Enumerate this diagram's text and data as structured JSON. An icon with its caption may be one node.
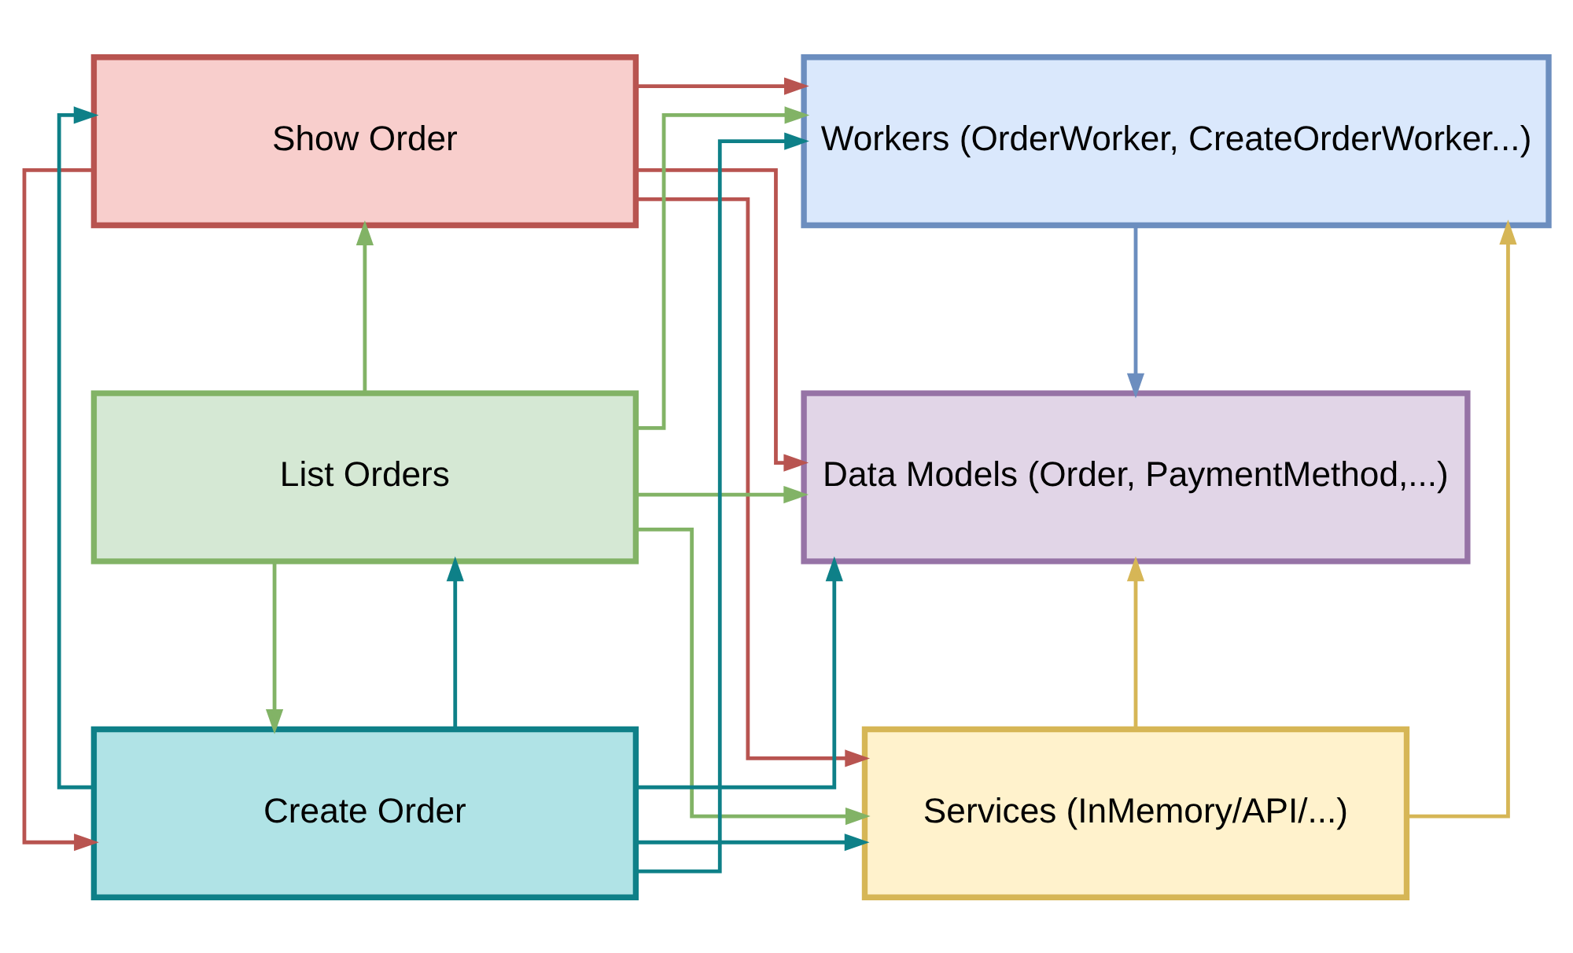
{
  "diagram": {
    "nodes": [
      {
        "text": [
          "Show Order"
        ]
      },
      {
        "text": [
          "Workers (OrderWorker, CreateOrderWorker...)"
        ]
      },
      {
        "text": [
          "List Orders"
        ]
      },
      {
        "text": [
          "Data Models (Order, PaymentMethod,...)"
        ]
      },
      {
        "text": [
          "Create Order"
        ]
      },
      {
        "text": [
          "Services (InMemory/API/...)"
        ]
      }
    ],
    "edges": [
      {
        "from": 0,
        "to": 4,
        "arrow": "to",
        "color": "#b85450"
      },
      {
        "from": 0,
        "to": 5,
        "arrow": "to",
        "color": "#b85450"
      },
      {
        "from": 0,
        "to": 1,
        "arrow": "to",
        "color": "#b85450"
      },
      {
        "from": 0,
        "to": 3,
        "arrow": "to",
        "color": "#b85450"
      },
      {
        "from": 2,
        "to": 0,
        "arrow": "to",
        "color": "#82b366"
      },
      {
        "from": 2,
        "to": 1,
        "arrow": "to",
        "color": "#82b366"
      },
      {
        "from": 2,
        "to": 3,
        "arrow": "to",
        "color": "#82b366"
      },
      {
        "from": 2,
        "to": 5,
        "arrow": "to",
        "color": "#82b366"
      },
      {
        "from": 2,
        "to": 4,
        "arrow": "to",
        "color": "#82b366"
      },
      {
        "from": 4,
        "to": 2,
        "arrow": "to",
        "color": "#0e8088"
      },
      {
        "from": 4,
        "to": 0,
        "arrow": "to",
        "color": "#0e8088"
      },
      {
        "from": 4,
        "to": 3,
        "arrow": "to",
        "color": "#0e8088"
      },
      {
        "from": 4,
        "to": 5,
        "arrow": "to",
        "color": "#0e8088"
      },
      {
        "from": 4,
        "to": 1,
        "arrow": "to",
        "color": "#0e8088"
      },
      {
        "from": 1,
        "to": 3,
        "arrow": "to",
        "color": "#6c8ebf"
      },
      {
        "from": 5,
        "to": 3,
        "arrow": "to",
        "color": "#d6b656"
      },
      {
        "from": 5,
        "to": 1,
        "arrow": "to",
        "color": "#d6b656"
      }
    ]
  }
}
